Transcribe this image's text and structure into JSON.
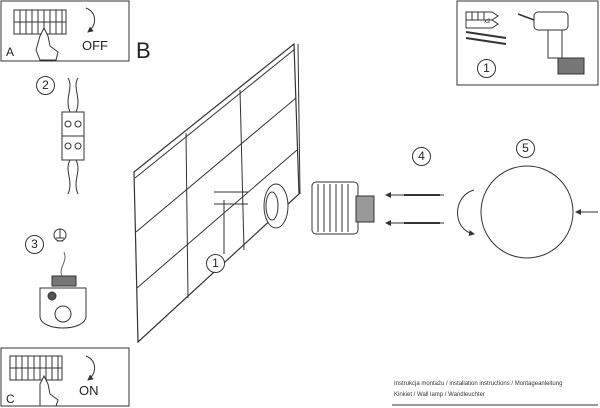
{
  "labels": {
    "step_a": "A",
    "off": "OFF",
    "step_b": "B",
    "step_c": "C",
    "on": "ON",
    "x2": "x2"
  },
  "steps": [
    "1",
    "2",
    "3",
    "1",
    "4",
    "5"
  ],
  "info": {
    "line1": "Instrukcja montażu / installation instructions / Montageanleitung",
    "line2": "Kinkiet / Wall lamp / Wandleuchter"
  },
  "icons": [
    "circuit-breaker-icon",
    "hand-icon",
    "rotate-arrow-icon",
    "dowel-icon",
    "screw-icon",
    "drill-icon",
    "terminal-block-icon",
    "ground-symbol-icon",
    "wall-tiles-icon",
    "mounting-plate-icon",
    "lamp-holder-icon",
    "glass-globe-icon"
  ],
  "colors": {
    "line": "#333333",
    "paper": "#ffffff"
  }
}
